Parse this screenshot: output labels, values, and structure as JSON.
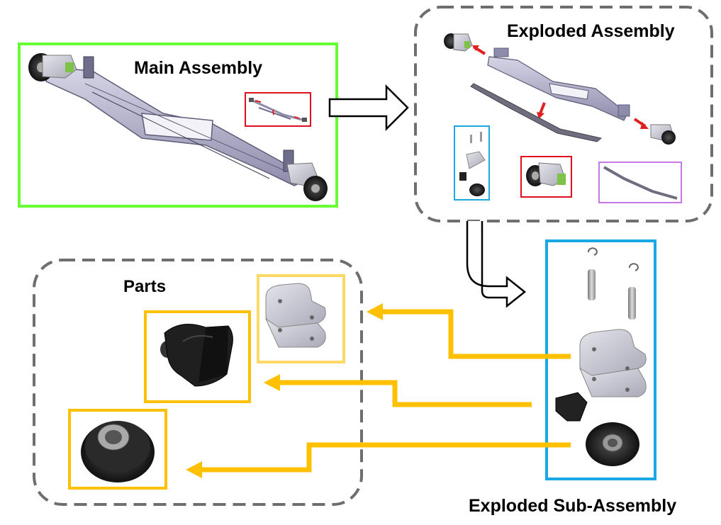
{
  "labels": {
    "main_assembly": "Main Assembly",
    "exploded_assembly": "Exploded Assembly",
    "parts": "Parts",
    "exploded_sub_assembly": "Exploded Sub-Assembly"
  },
  "colors": {
    "main_border": "#66ff33",
    "red_box": "#e0101c",
    "blue_box": "#1aa7e6",
    "purple_box": "#c878e6",
    "orange": "#ffc000",
    "light_orange": "#ffd966",
    "dashed": "#6e6e6e",
    "metal": "#b6b4cf",
    "metal_dark": "#6f6d8c",
    "rubber": "#222222",
    "green_part": "#7fc24a",
    "explode_arrow": "#e02020"
  },
  "icons": [
    "hollow-arrow-right-icon",
    "hollow-bent-arrow-icon",
    "orange-arrow-icon"
  ]
}
